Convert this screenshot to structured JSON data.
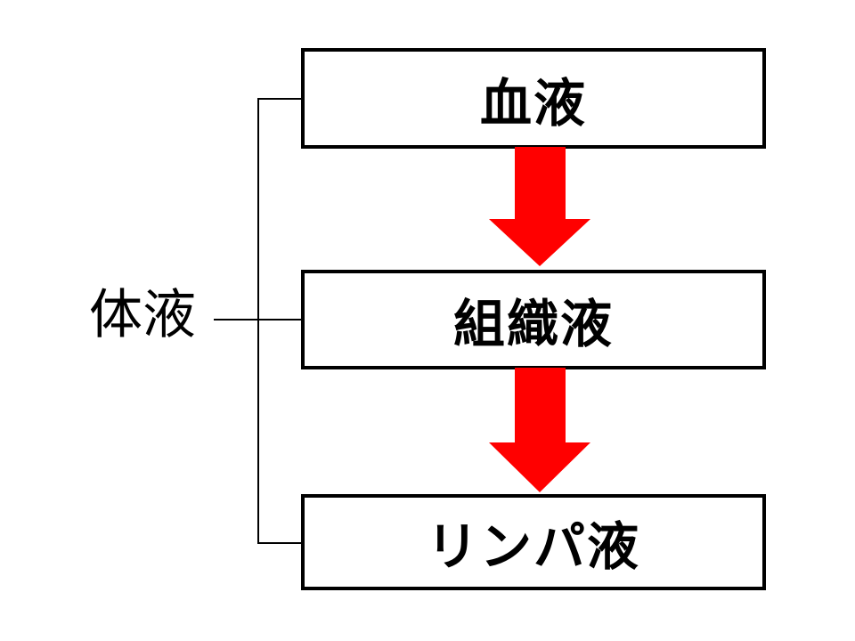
{
  "diagram": {
    "side_label": "体液",
    "nodes": [
      {
        "id": "blood",
        "label": "血液"
      },
      {
        "id": "tissue-fluid",
        "label": "組織液"
      },
      {
        "id": "lymph-fluid",
        "label": "リンパ液"
      }
    ],
    "arrows": [
      {
        "name": "blood-to-tissue-fluid",
        "direction": "down"
      },
      {
        "name": "tissue-fluid-to-lymph-fluid",
        "direction": "down"
      }
    ]
  },
  "colors": {
    "arrow": "#FF0000",
    "border": "#000000",
    "background": "#FFFFFF"
  }
}
